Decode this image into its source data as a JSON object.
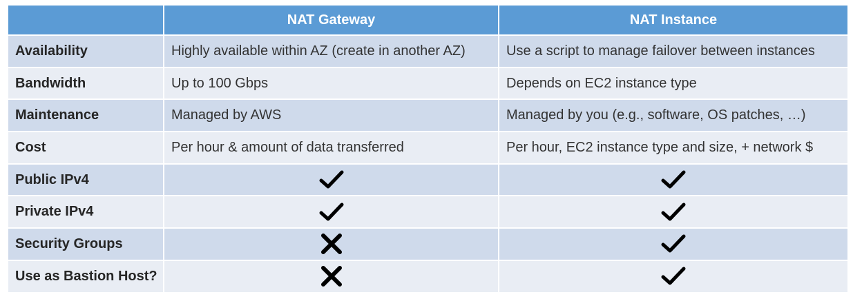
{
  "header": {
    "corner": "",
    "col1": "NAT Gateway",
    "col2": "NAT Instance"
  },
  "rows": [
    {
      "label": "Availability",
      "gateway": "Highly available within AZ (create in another AZ)",
      "instance": "Use a script to manage failover between instances"
    },
    {
      "label": "Bandwidth",
      "gateway": "Up to 100 Gbps",
      "instance": "Depends on EC2 instance type"
    },
    {
      "label": "Maintenance",
      "gateway": "Managed by AWS",
      "instance": "Managed by you (e.g., software, OS patches, …)"
    },
    {
      "label": "Cost",
      "gateway": "Per hour & amount of data transferred",
      "instance": "Per hour, EC2 instance type and size, + network $"
    },
    {
      "label": "Public IPv4",
      "gateway_icon": "check-icon",
      "instance_icon": "check-icon"
    },
    {
      "label": "Private IPv4",
      "gateway_icon": "check-icon",
      "instance_icon": "check-icon"
    },
    {
      "label": "Security Groups",
      "gateway_icon": "cross-icon",
      "instance_icon": "check-icon"
    },
    {
      "label": "Use as Bastion Host?",
      "gateway_icon": "cross-icon",
      "instance_icon": "check-icon"
    }
  ],
  "colors": {
    "header_bg": "#5b9bd5",
    "row_odd_bg": "#cfdaeb",
    "row_even_bg": "#e9edf4",
    "icon_color": "#000000"
  }
}
